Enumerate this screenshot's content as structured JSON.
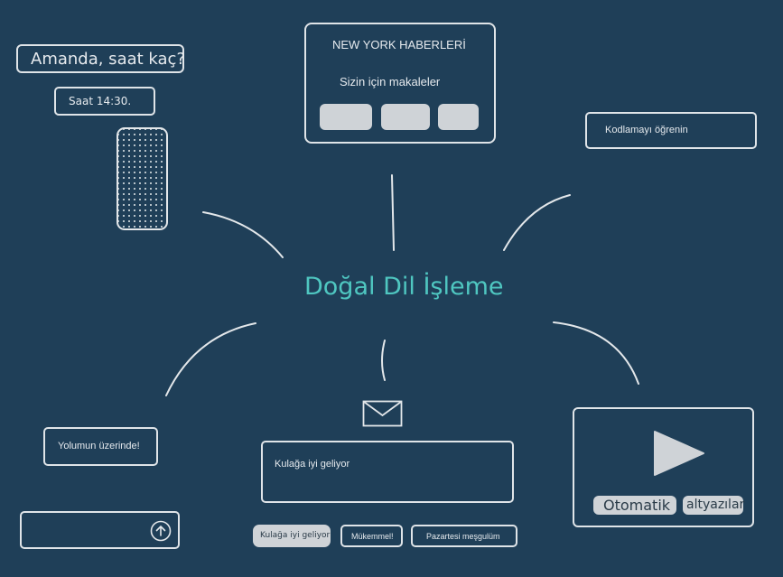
{
  "center": {
    "title": "Doğal Dil İşleme"
  },
  "voice": {
    "question": "Amanda, saat kaç?",
    "answer": "Saat 14:30."
  },
  "news": {
    "title": "NEW YORK HABERLERİ",
    "subtitle": "Sizin için makaleler"
  },
  "coding": {
    "label": "Kodlamayı öğrenin"
  },
  "messaging": {
    "bubble": "Yolumun üzerinde!",
    "input_value": ""
  },
  "email": {
    "body": "Kulağa iyi geliyor",
    "replies": [
      "Kulağa iyi geliyor",
      "Mükemmel!",
      "Pazartesi meşgulüm"
    ]
  },
  "video": {
    "caption_left": "Otomatik",
    "caption_right": "altyazılar"
  },
  "colors": {
    "background": "#1f3f58",
    "accent": "#4fc7c1",
    "stroke": "#dfe4e8",
    "chip": "#cfd3d7"
  }
}
